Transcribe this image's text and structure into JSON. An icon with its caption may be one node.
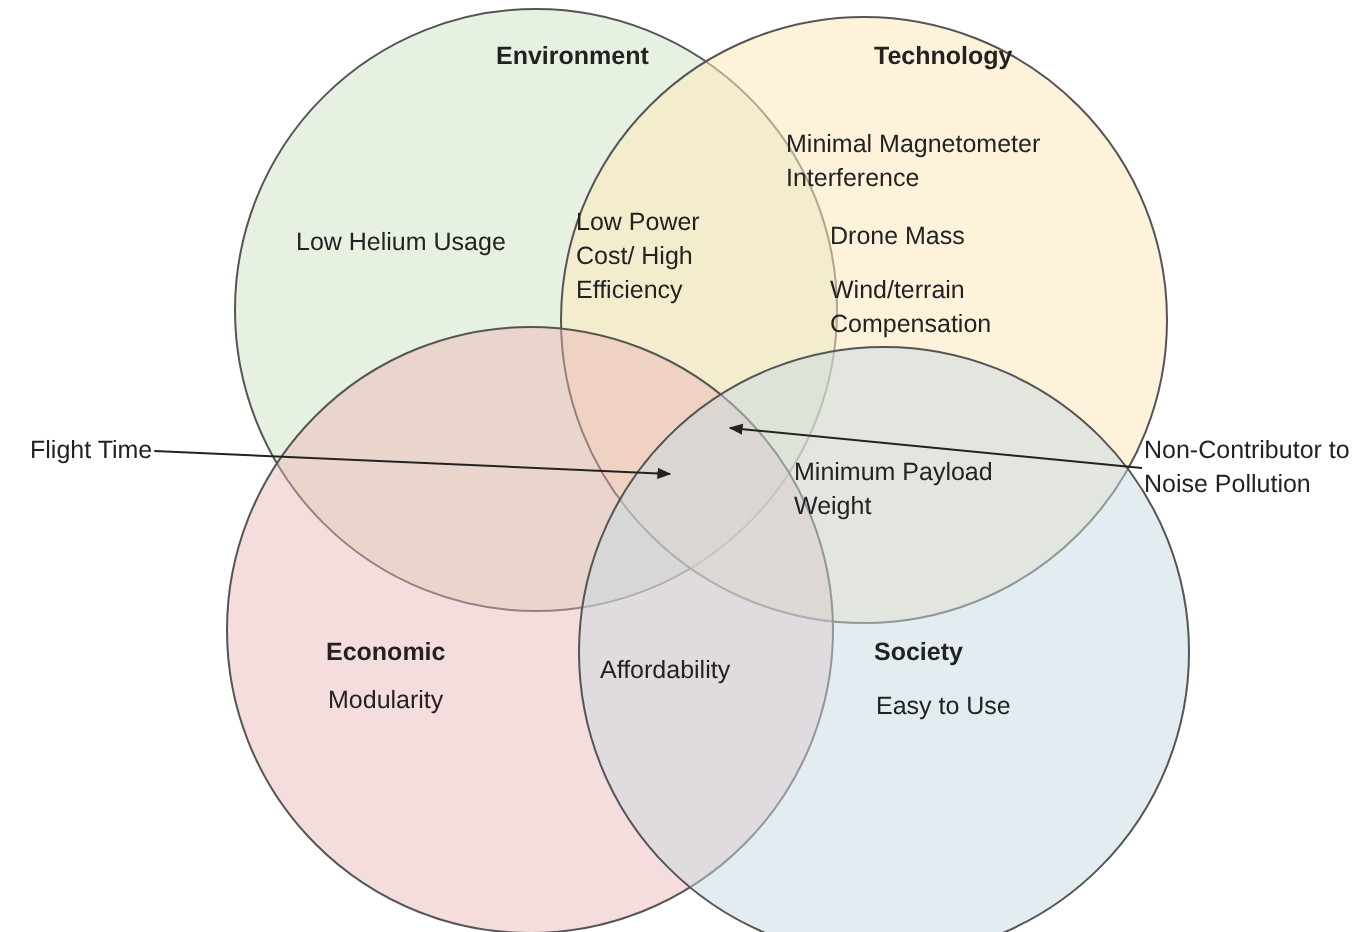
{
  "diagram": {
    "nodes": [
      {
        "text": [
          "Environment",
          "Low Helium Usage"
        ]
      },
      {
        "text": [
          "Technology",
          "Minimal Magnetometer Interference",
          "Drone Mass",
          "Wind/terrain Compensation"
        ]
      },
      {
        "text": [
          "Economic",
          "Modularity"
        ]
      },
      {
        "text": [
          "Society",
          "Easy to Use"
        ]
      },
      {
        "text": [
          "Flight Time"
        ]
      },
      {
        "text": [
          "Non-Contributor to Noise Pollution"
        ]
      }
    ],
    "edges": [
      {
        "from": 4,
        "to": 0,
        "arrow": "to"
      },
      {
        "from": 5,
        "to": 0,
        "arrow": "to"
      }
    ],
    "labels": [
      "Low Power Cost/ High Efficiency",
      "Minimum Payload Weight",
      "Affordability"
    ]
  }
}
